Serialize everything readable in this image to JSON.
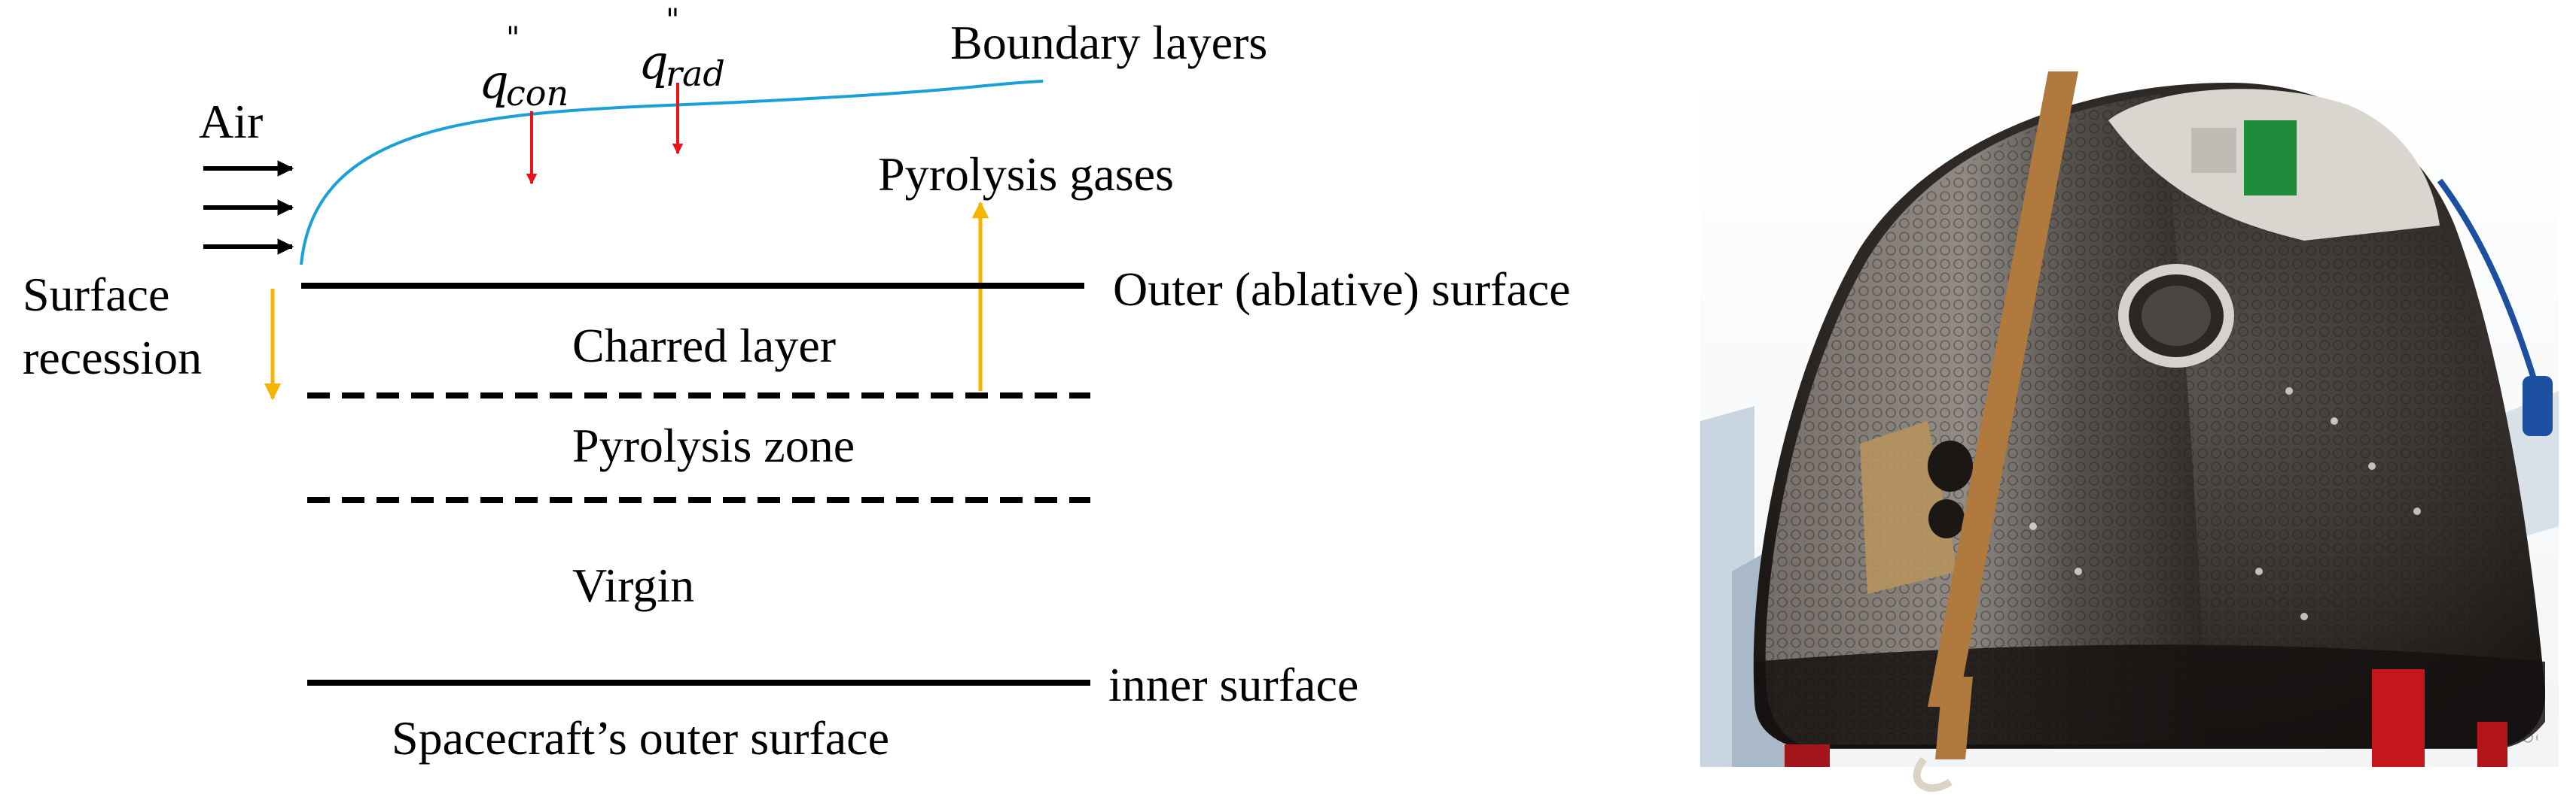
{
  "labels": {
    "boundary_layers": "Boundary layers",
    "air": "Air",
    "pyrolysis_gases": "Pyrolysis gases",
    "surface_line1": "Surface",
    "surface_line2": "recession",
    "outer_surface": "Outer (ablative) surface",
    "charred_layer": "Charred layer",
    "pyrolysis_zone": "Pyrolysis zone",
    "virgin": "Virgin",
    "inner_surface": "inner surface",
    "spacecraft_outer_surface": "Spacecraft’s outer surface"
  },
  "heat_flux": {
    "convective": {
      "symbol": "q",
      "prime": "\"",
      "subscript": "con"
    },
    "radiative": {
      "symbol": "q",
      "prime": "\"",
      "subscript": "rad"
    }
  },
  "colors": {
    "boundary_curve": "#1aa0d8",
    "heat_flux_arrow": "#e8141a",
    "gas_arrow": "#f5b400",
    "line": "#000000"
  },
  "photo": {
    "subject": "capsule-photo"
  }
}
